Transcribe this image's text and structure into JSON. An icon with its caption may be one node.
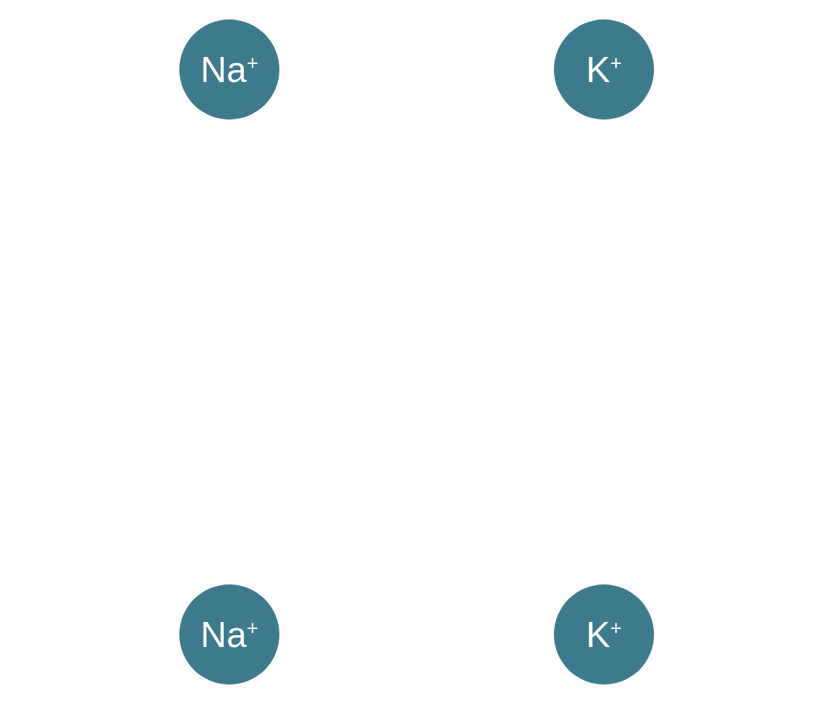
{
  "diagram": {
    "nodes": [
      {
        "text": [
          "Na$^{+}$"
        ]
      },
      {
        "text": [
          "K$^{+}$"
        ]
      },
      {
        "text": [
          "Na$^{+}$"
        ]
      },
      {
        "text": [
          "K$^{+}$"
        ]
      }
    ]
  }
}
